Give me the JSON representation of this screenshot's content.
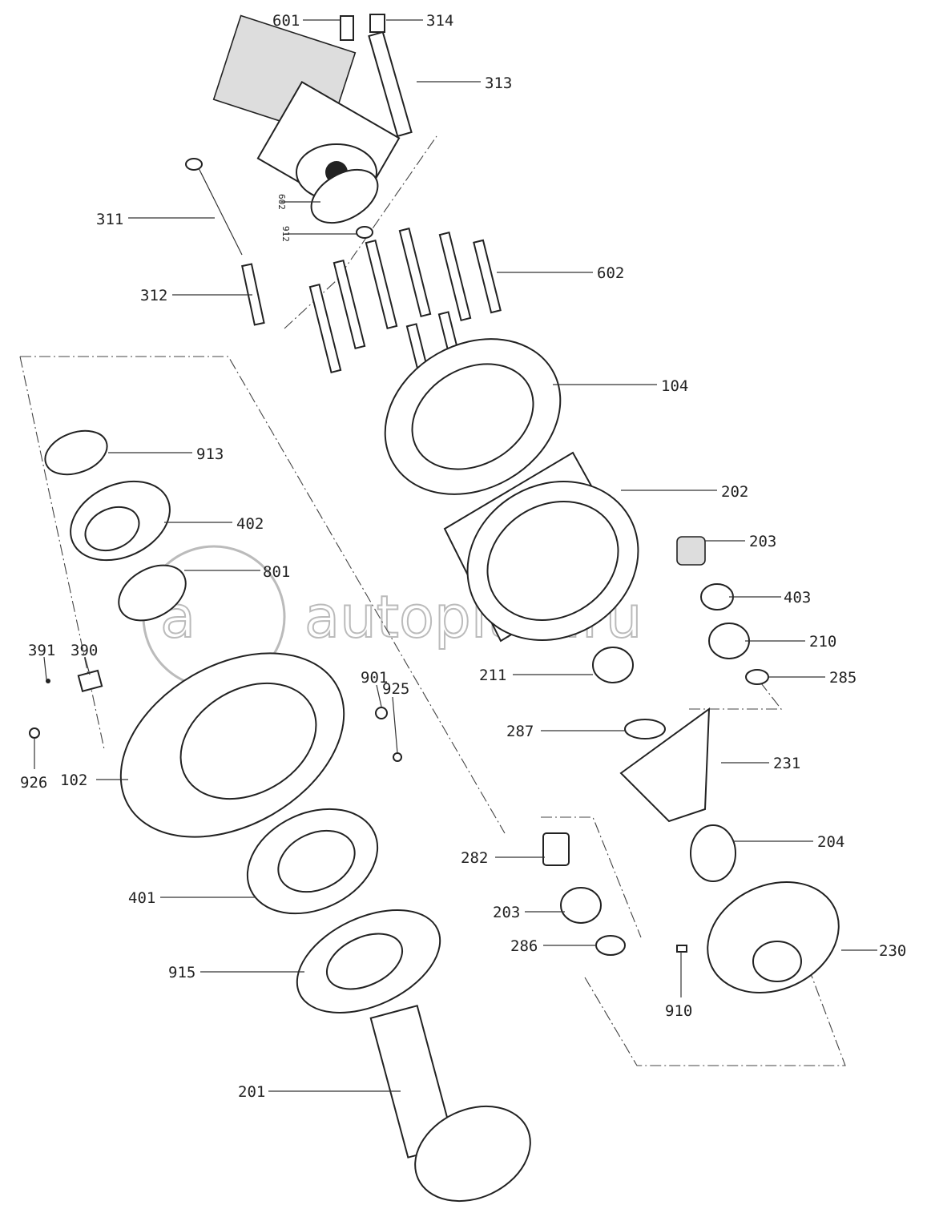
{
  "title": "Travel motor / reduction gear exploded parts diagram",
  "watermark": "autopiter.ru",
  "watermark_logo": "a",
  "callouts": {
    "c601": "601",
    "c314": "314",
    "c313": "313",
    "c311": "311",
    "c312": "312",
    "c602": "602",
    "c602s": "602",
    "c912": "912",
    "c104": "104",
    "c913": "913",
    "c202": "202",
    "c402": "402",
    "c203a": "203",
    "c801": "801",
    "c403": "403",
    "c210": "210",
    "c391": "391",
    "c390": "390",
    "c901": "901",
    "c925": "925",
    "c211": "211",
    "c285": "285",
    "c287": "287",
    "c231": "231",
    "c926": "926",
    "c102": "102",
    "c282": "282",
    "c204": "204",
    "c401": "401",
    "c203b": "203",
    "c286": "286",
    "c230": "230",
    "c915": "915",
    "c910": "910",
    "c201": "201"
  }
}
